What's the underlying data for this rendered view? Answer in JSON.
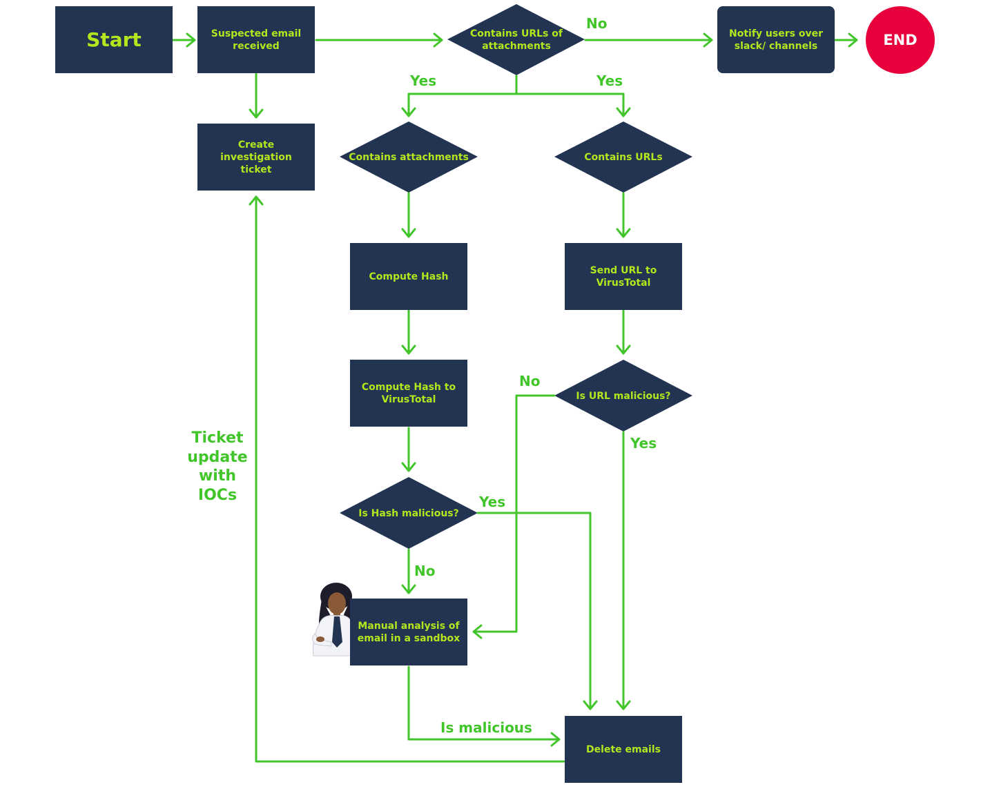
{
  "nodes": {
    "start": "Start",
    "suspected_email": "Suspected email received",
    "contains_urls_or_attachments": "Contains URLs of attachments",
    "notify_users": "Notify users over slack/ channels",
    "end": "END",
    "create_ticket": "Create investigation ticket",
    "contains_attachments": "Contains attachments",
    "contains_urls": "Contains URLs",
    "compute_hash": "Compute Hash",
    "send_url": "Send URL to VirusTotal",
    "compute_hash_vt": "Compute Hash to VirusTotal",
    "is_url_malicious": "Is URL malicious?",
    "is_hash_malicious": "Is Hash malicious?",
    "manual_analysis": "Manual analysis of email in a sandbox",
    "delete_emails": "Delete emails"
  },
  "labels": {
    "no_top": "No",
    "yes_left": "Yes",
    "yes_right": "Yes",
    "no_url": "No",
    "yes_url": "Yes",
    "yes_hash": "Yes",
    "no_hash": "No",
    "is_malicious": "Is malicious",
    "ticket_update": "Ticket update with IOCs"
  },
  "icons": {
    "end_badge": "cloud-lock-icon",
    "analyst": "analyst-person-icon"
  },
  "colors": {
    "node_fill": "#223452",
    "node_text": "#b5e61d",
    "arrow": "#42c52a",
    "end_fill": "#e8003d"
  }
}
